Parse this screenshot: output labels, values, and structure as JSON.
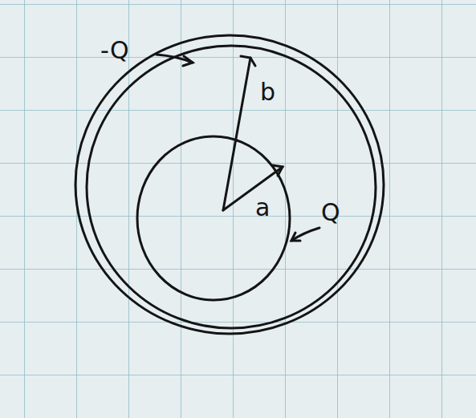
{
  "diagram": {
    "labels": [
      "-Q",
      "b",
      "a",
      "Q"
    ]
  }
}
